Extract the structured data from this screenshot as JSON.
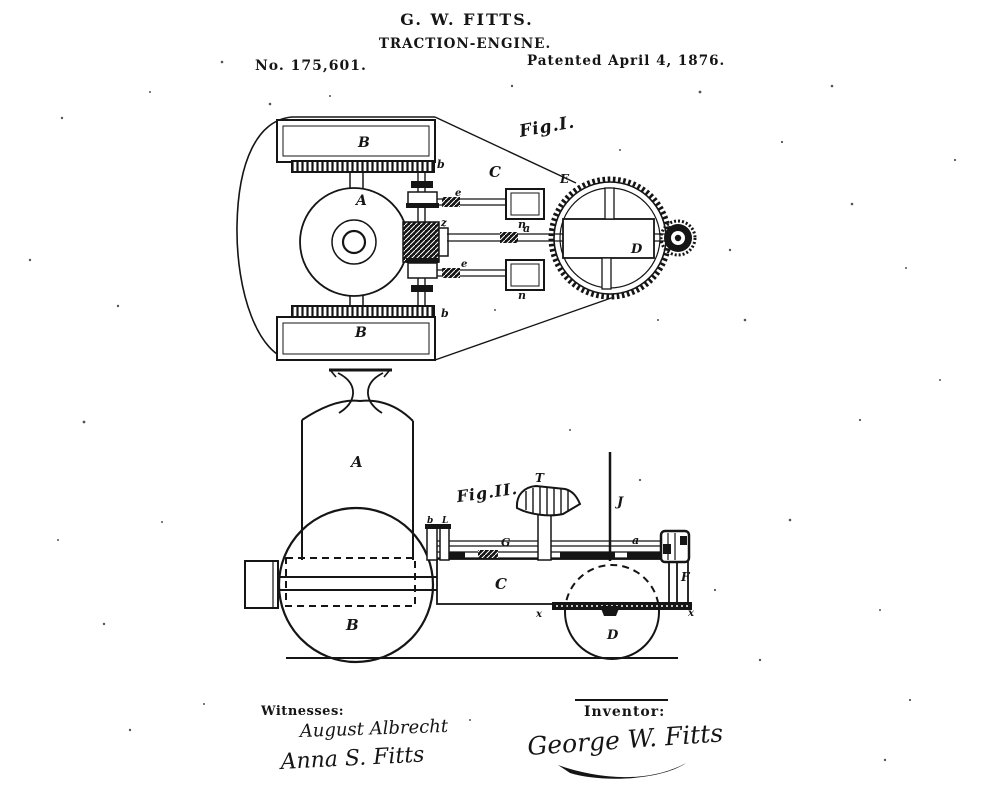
{
  "header": {
    "inventor": "G. W. FITTS.",
    "invention_title": "TRACTION-ENGINE.",
    "patent_number": "No. 175,601.",
    "patent_date": "Patented April 4, 1876."
  },
  "fig1": {
    "caption": "Fig.I.",
    "labels": {
      "frame": "C",
      "boiler": "A",
      "wheel_top": "B",
      "wheel_bottom": "B",
      "tread_top": "b",
      "tread_bottom": "b",
      "shaft_top": "e",
      "shaft_bottom": "e",
      "pinion_box_top": "n",
      "pinion_box_bottom": "n",
      "main_shaft": "a",
      "coupling": "z",
      "gear_rim": "E",
      "gear_wheel": "D"
    }
  },
  "fig2": {
    "caption": "Fig.II.",
    "labels": {
      "boiler": "A",
      "drive_wheel": "B",
      "frame": "C",
      "rear_wheel": "D",
      "steering_post": "F",
      "gear_track": "G",
      "guide_rail": "a",
      "seat": "T",
      "lever": "J",
      "post_left": "b",
      "post_right": "L",
      "rail_left_end": "x",
      "rail_right_end": "x"
    }
  },
  "footer": {
    "witnesses_label": "Witnesses:",
    "witness_1": "August Albrecht",
    "witness_2": "Anna S. Fitts",
    "inventor_label": "Inventor:",
    "inventor_signature": "George W. Fitts"
  }
}
